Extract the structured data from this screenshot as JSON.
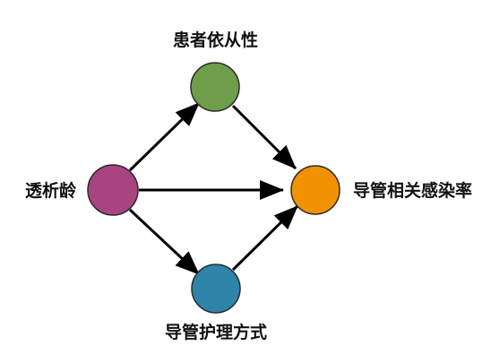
{
  "diagram": {
    "nodes": {
      "dialysis_age": {
        "label": "透析龄",
        "color": "#A84480"
      },
      "patient_compliance": {
        "label": "患者依从性",
        "color": "#6E9E4A"
      },
      "catheter_care_method": {
        "label": "导管护理方式",
        "color": "#2E83A8"
      },
      "catheter_infection_rate": {
        "label": "导管相关感染率",
        "color": "#F39200"
      }
    },
    "edges": [
      {
        "from": "透析龄",
        "to": "患者依从性"
      },
      {
        "from": "透析龄",
        "to": "导管相关感染率"
      },
      {
        "from": "透析龄",
        "to": "导管护理方式"
      },
      {
        "from": "患者依从性",
        "to": "导管相关感染率"
      },
      {
        "from": "导管护理方式",
        "to": "导管相关感染率"
      }
    ]
  }
}
